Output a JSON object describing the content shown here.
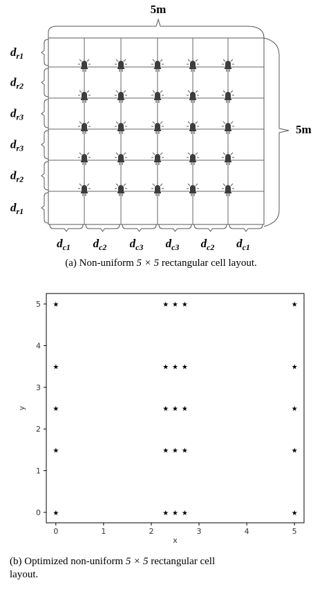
{
  "figure_a": {
    "top_dimension": "5m",
    "right_dimension": "5m",
    "row_labels": [
      {
        "main": "d",
        "sub": "r1"
      },
      {
        "main": "d",
        "sub": "r2"
      },
      {
        "main": "d",
        "sub": "r3"
      },
      {
        "main": "d",
        "sub": "r3"
      },
      {
        "main": "d",
        "sub": "r2"
      },
      {
        "main": "d",
        "sub": "r1"
      }
    ],
    "col_labels": [
      {
        "main": "d",
        "sub": "c1"
      },
      {
        "main": "d",
        "sub": "c2"
      },
      {
        "main": "d",
        "sub": "c3"
      },
      {
        "main": "d",
        "sub": "c3"
      },
      {
        "main": "d",
        "sub": "c2"
      },
      {
        "main": "d",
        "sub": "c1"
      }
    ],
    "light_icon": "led-light-icon",
    "light_grid": {
      "rows": 5,
      "cols": 5
    },
    "caption_prefix": "(a) Non-uniform",
    "caption_math": "5 × 5",
    "caption_suffix": "rectangular cell layout."
  },
  "chart_data": {
    "type": "scatter",
    "marker": "star",
    "marker_color": "#000000",
    "xlabel": "x",
    "ylabel": "y",
    "xlim": [
      -0.2,
      5.2
    ],
    "ylim": [
      -0.25,
      5.25
    ],
    "x_ticks": [
      0,
      1,
      2,
      3,
      4,
      5
    ],
    "y_ticks": [
      0,
      1,
      2,
      3,
      4,
      5
    ],
    "grid": false,
    "x_positions": [
      0,
      2.3,
      2.5,
      2.7,
      5
    ],
    "y_positions": [
      0,
      1.5,
      2.5,
      3.5,
      5
    ]
  },
  "figure_b": {
    "caption_prefix": "(b) Optimized non-uniform",
    "caption_math": "5 × 5",
    "caption_suffix": "rectangular cell",
    "caption_line2": "layout."
  }
}
